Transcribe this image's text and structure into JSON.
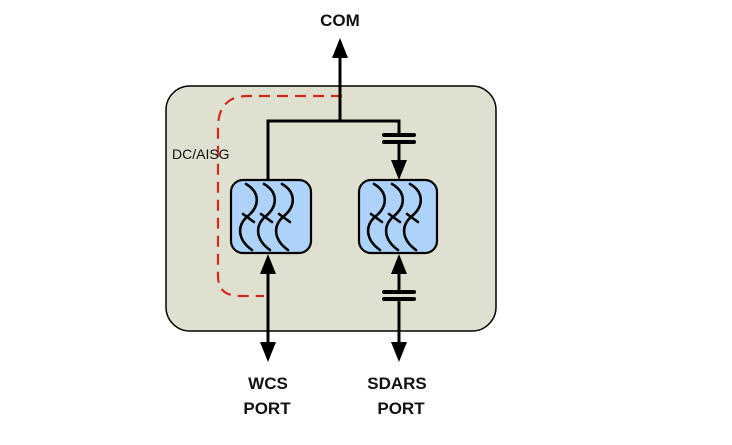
{
  "labels": {
    "com": "COM",
    "dc_aisg": "DC/AISG",
    "wcs_line1": "WCS",
    "wcs_line2": "PORT",
    "sdars_line1": "SDARS",
    "sdars_line2": "PORT"
  },
  "colors": {
    "enclosure_fill": "#dfe0d0",
    "filter_fill": "#aed3fb",
    "dc_path": "#d42a1e",
    "line": "#000000"
  },
  "components": [
    {
      "id": "filter-wcs",
      "type": "bandpass-filter"
    },
    {
      "id": "filter-sdars",
      "type": "bandpass-filter"
    },
    {
      "id": "capacitor-top",
      "type": "capacitor"
    },
    {
      "id": "capacitor-bottom",
      "type": "capacitor"
    }
  ]
}
